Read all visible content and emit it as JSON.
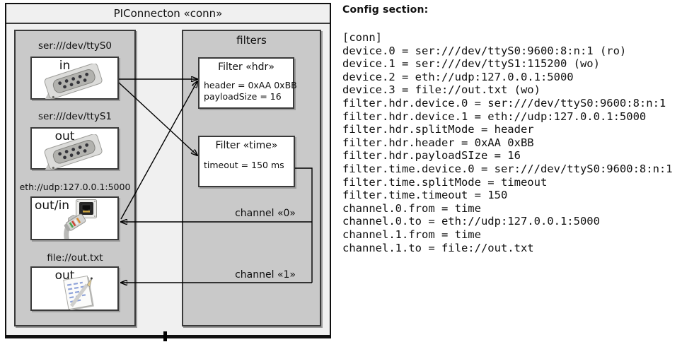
{
  "diagram": {
    "title": "PIConnecton «conn»",
    "devices": [
      {
        "label": "ser:///dev/ttyS0",
        "port": "in",
        "icon": "serial-connector-icon"
      },
      {
        "label": "ser:///dev/ttyS1",
        "port": "out",
        "icon": "serial-connector-icon"
      },
      {
        "label": "eth://udp:127.0.0.1:5000",
        "port": "out/in",
        "icon": "ethernet-jack-and-plug-icon"
      },
      {
        "label": "file://out.txt",
        "port": "out",
        "icon": "notepad-pencil-icon"
      }
    ],
    "filters_title": "filters",
    "filters": [
      {
        "title": "Filter «hdr»",
        "attrs": [
          "header = 0xAA 0xBB",
          "payloadSize = 16"
        ]
      },
      {
        "title": "Filter «time»",
        "attrs": [
          "timeout = 150 ms"
        ]
      }
    ],
    "channels": [
      {
        "label": "channel «0»"
      },
      {
        "label": "channel «1»"
      }
    ]
  },
  "config": {
    "heading": "Config section:",
    "lines": [
      "[conn]",
      "device.0 = ser:///dev/ttyS0:9600:8:n:1 (ro)",
      "device.1 = ser:///dev/ttyS1:115200 (wo)",
      "device.2 = eth://udp:127.0.0.1:5000",
      "device.3 = file://out.txt (wo)",
      "filter.hdr.device.0 = ser:///dev/ttyS0:9600:8:n:1",
      "filter.hdr.device.1 = eth://udp:127.0.0.1:5000",
      "filter.hdr.splitMode = header",
      "filter.hdr.header = 0xAA 0xBB",
      "filter.hdr.payloadSIze = 16",
      "filter.time.device.0 = ser:///dev/ttyS0:9600:8:n:1",
      "filter.time.splitMode = timeout",
      "filter.time.timeout = 150",
      "channel.0.from = time",
      "channel.0.to = eth://udp:127.0.0.1:5000",
      "channel.1.from = time",
      "channel.1.to = file://out.txt"
    ]
  },
  "colors": {
    "frame_fill": "#f0f0f0",
    "group_fill": "#c9c9c9",
    "box_fill": "#ffffff",
    "line": "#000000"
  }
}
